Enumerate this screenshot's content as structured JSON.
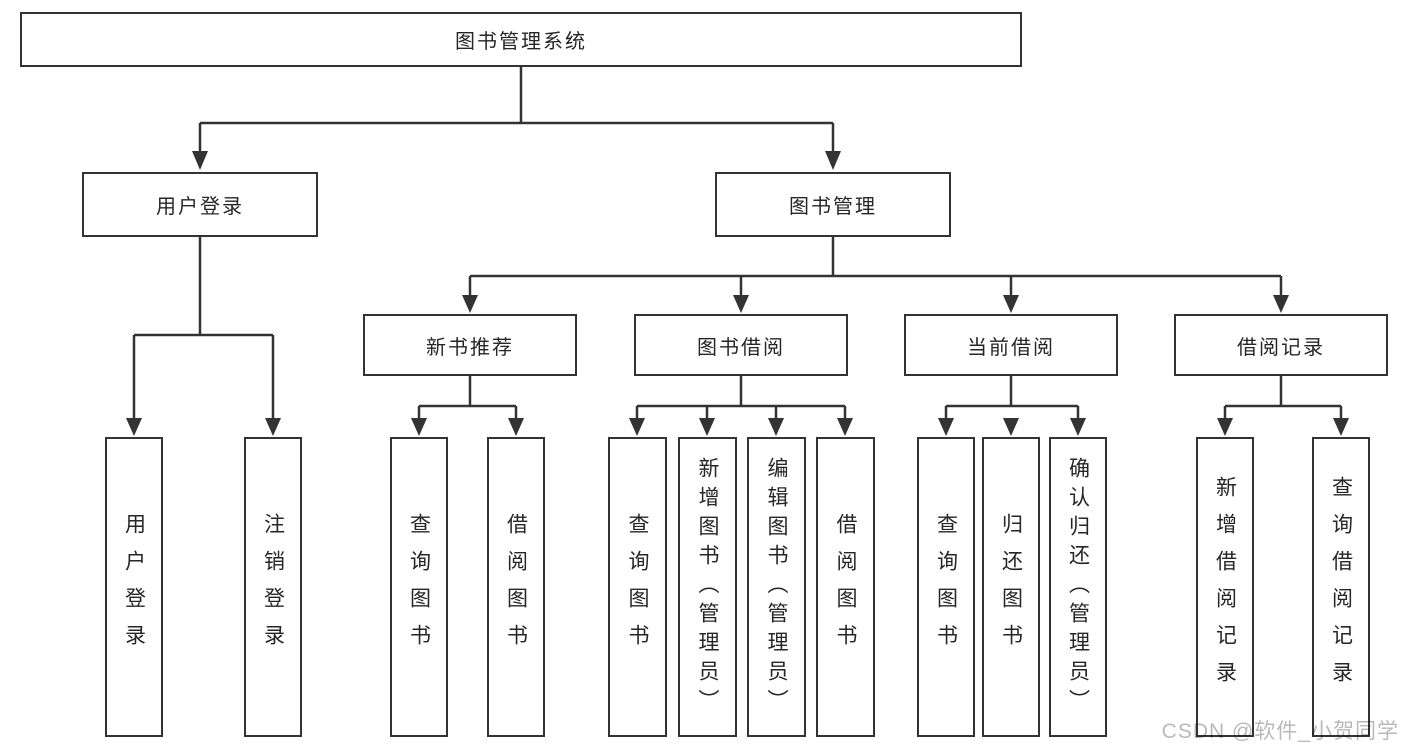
{
  "diagram": {
    "title": "图书管理系统",
    "branches": [
      {
        "label": "用户登录",
        "children": [
          {
            "label": "用户登录"
          },
          {
            "label": "注销登录"
          }
        ]
      },
      {
        "label": "图书管理",
        "children": [
          {
            "label": "新书推荐",
            "children": [
              {
                "label": "查询图书"
              },
              {
                "label": "借阅图书"
              }
            ]
          },
          {
            "label": "图书借阅",
            "children": [
              {
                "label": "查询图书"
              },
              {
                "label": "新增图书（管理员）"
              },
              {
                "label": "编辑图书（管理员）"
              },
              {
                "label": "借阅图书"
              }
            ]
          },
          {
            "label": "当前借阅",
            "children": [
              {
                "label": "查询图书"
              },
              {
                "label": "归还图书"
              },
              {
                "label": "确认归还（管理员）"
              }
            ]
          },
          {
            "label": "借阅记录",
            "children": [
              {
                "label": "新增借阅记录"
              },
              {
                "label": "查询借阅记录"
              }
            ]
          }
        ]
      }
    ],
    "colors": {
      "line": "#333333",
      "box_border": "#333333",
      "box_fill": "#ffffff",
      "text": "#262626",
      "background": "#ffffff",
      "watermark": "#b9b9b9"
    }
  },
  "watermark": {
    "text": "CSDN @软件_小贺同学"
  }
}
